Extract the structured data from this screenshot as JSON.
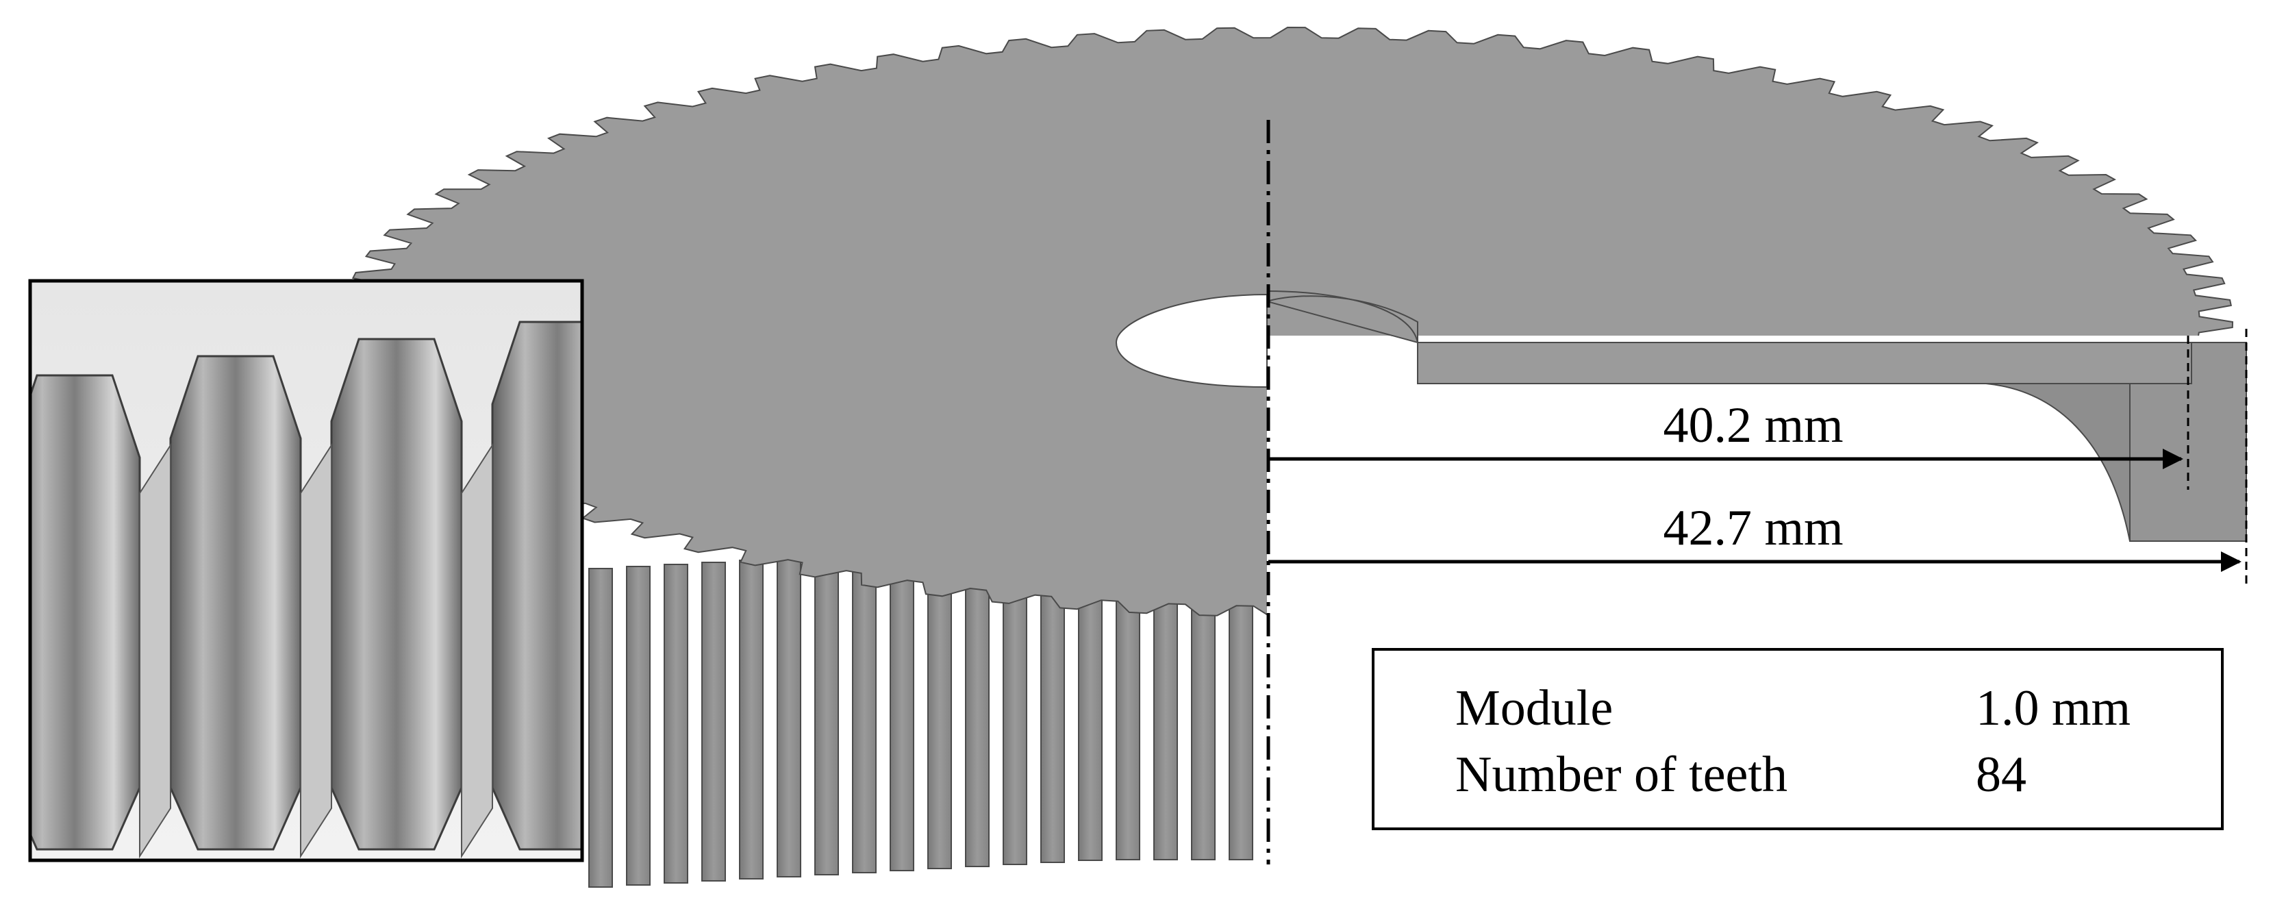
{
  "dimensions": {
    "inner_radius_label": "40.2 mm",
    "outer_radius_label": "42.7 mm"
  },
  "spec_table": {
    "rows": [
      {
        "name": "Module",
        "value": "1.0 mm"
      },
      {
        "name": "Number of teeth",
        "value": "84"
      }
    ]
  },
  "colors": {
    "gear_face": "#9b9b9b",
    "gear_side": "#8a8a8a",
    "edge": "#4a4a4a",
    "background": "#ffffff"
  }
}
